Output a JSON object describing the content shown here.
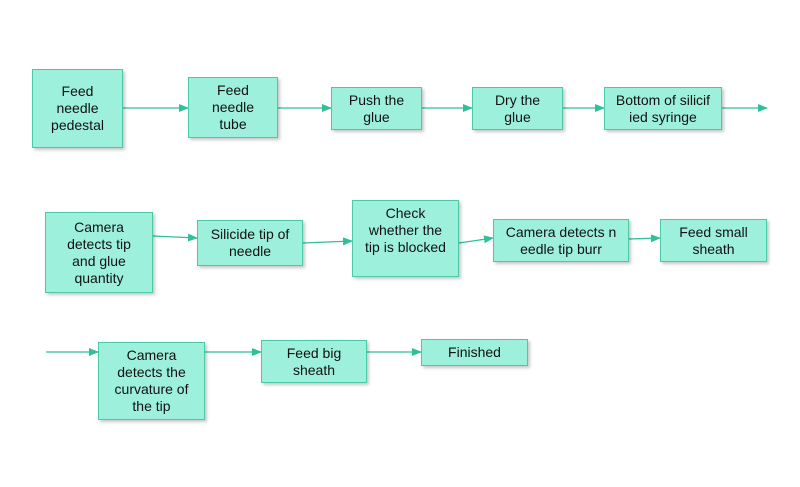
{
  "nodes": {
    "feed_needle_pedestal": "Feed\nneedle\npedestal",
    "feed_needle_tube": "Feed\nneedle\ntube",
    "push_the_glue": "Push the\nglue",
    "dry_the_glue": "Dry the\nglue",
    "bottom_of_silicified_syringe": "Bottom of silicif\nied syringe",
    "camera_detects_tip_glue": "Camera\ndetects tip\nand glue\nquantity",
    "silicide_tip_of_needle": "Silicide tip of\nneedle",
    "check_tip_blocked": "Check\nwhether the\ntip is blocked",
    "camera_detects_needle_tip_burr": "Camera detects n\needle tip burr",
    "feed_small_sheath": "Feed small\nsheath",
    "camera_detects_curvature": "Camera\ndetects the\ncurvature of\nthe tip",
    "feed_big_sheath": "Feed big\nsheath",
    "finished": "Finished"
  },
  "colors": {
    "box_fill": "#9df0dc",
    "box_border": "#49c9a6",
    "arrow": "#2fbf9a"
  }
}
